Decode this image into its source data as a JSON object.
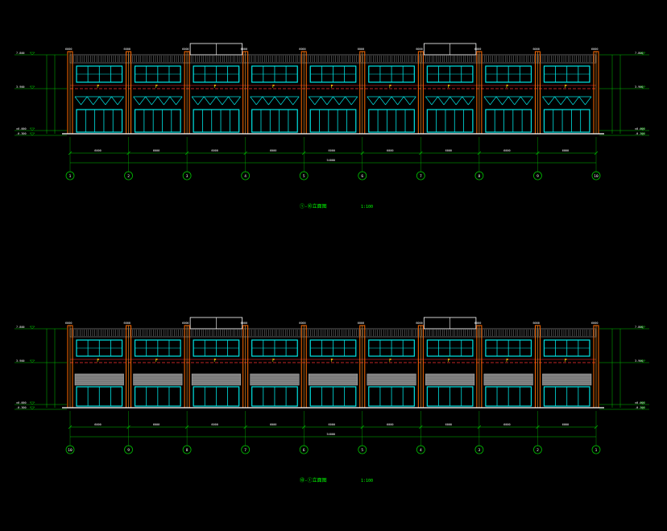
{
  "colors": {
    "background": "#000000",
    "column": "#ff6a00",
    "column_alt": "#ff9a2a",
    "window": "#00e5e5",
    "floor_line": "#ff3030",
    "roof": "#9a9a9a",
    "dimension": "#00c000",
    "label": "#ffff00",
    "dim_text": "#ffffff",
    "bubble": "#00c000",
    "title": "#00ff00",
    "parapet": "#ffffff"
  },
  "elevations": [
    {
      "id": "upper",
      "title": "①-⑩立面图",
      "scale": "1:100",
      "total_dimension": "54000",
      "bay_dimension": "6000",
      "axes": [
        "1",
        "2",
        "3",
        "4",
        "5",
        "6",
        "7",
        "8",
        "9",
        "10"
      ],
      "floor_label": "F",
      "left_levels": [
        "7.800",
        "3.900",
        "±0.000",
        "-0.300"
      ],
      "right_levels": [
        "7.800",
        "3.900",
        "±0.000",
        "-0.300"
      ],
      "ground_floor_style": "storefront",
      "pavilion_bays": [
        2,
        6
      ]
    },
    {
      "id": "lower",
      "title": "⑩-①立面图",
      "scale": "1:100",
      "total_dimension": "54000",
      "bay_dimension": "6000",
      "axes": [
        "10",
        "9",
        "8",
        "7",
        "6",
        "5",
        "4",
        "3",
        "2",
        "1"
      ],
      "floor_label": "F",
      "left_levels": [
        "7.800",
        "3.900",
        "±0.000",
        "-0.300"
      ],
      "right_levels": [
        "7.800",
        "3.900",
        "±0.000",
        "-0.300"
      ],
      "ground_floor_style": "awning",
      "pavilion_bays": [
        2,
        6
      ]
    }
  ]
}
